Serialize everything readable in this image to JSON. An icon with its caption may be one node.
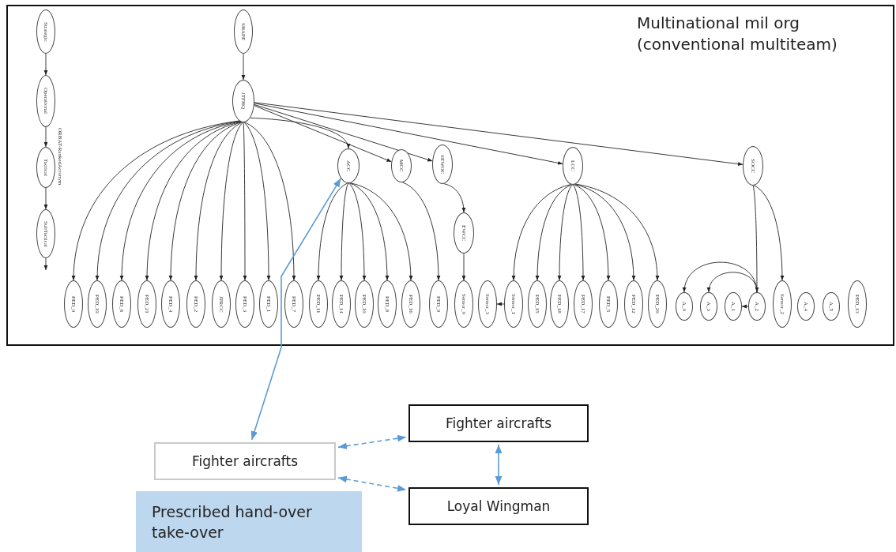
{
  "diagram": {
    "nodes": [
      {
        "text": [
          "Multinational mil org (conventional multiteam)"
        ]
      },
      {
        "text": [
          "Strategic"
        ],
        "in": 0
      },
      {
        "text": [
          "Operational"
        ],
        "in": 0
      },
      {
        "text": [
          "Tactical"
        ],
        "in": 0
      },
      {
        "text": [
          "SubTactical"
        ],
        "in": 0
      },
      {
        "text": [
          "SHAPE"
        ],
        "in": 0
      },
      {
        "text": [
          "JTFHQ"
        ],
        "in": 0
      },
      {
        "text": [
          "ACC"
        ],
        "in": 0
      },
      {
        "text": [
          "MCC"
        ],
        "in": 0
      },
      {
        "text": [
          "SEWOC"
        ],
        "in": 0
      },
      {
        "text": [
          "EWCC"
        ],
        "in": 0
      },
      {
        "text": [
          "LCC"
        ],
        "in": 0
      },
      {
        "text": [
          "SOCC"
        ],
        "in": 0
      },
      {
        "text": [
          "PED_0"
        ],
        "in": 0
      },
      {
        "text": [
          "PED_19"
        ],
        "in": 0
      },
      {
        "text": [
          "PED_6"
        ],
        "in": 0
      },
      {
        "text": [
          "PED_21"
        ],
        "in": 0
      },
      {
        "text": [
          "PED_4"
        ],
        "in": 0
      },
      {
        "text": [
          "PED_2"
        ],
        "in": 0
      },
      {
        "text": [
          "JPRCC"
        ],
        "in": 0
      },
      {
        "text": [
          "PED_3"
        ],
        "in": 0
      },
      {
        "text": [
          "PED_1"
        ],
        "in": 0
      },
      {
        "text": [
          "PED_7"
        ],
        "in": 0
      },
      {
        "text": [
          "PED_11"
        ],
        "in": 0
      },
      {
        "text": [
          "PED_14"
        ],
        "in": 0
      },
      {
        "text": [
          "PED_10"
        ],
        "in": 0
      },
      {
        "text": [
          "PED_8"
        ],
        "in": 0
      },
      {
        "text": [
          "PED_16"
        ],
        "in": 0
      },
      {
        "text": [
          "PED_9"
        ],
        "in": 0
      },
      {
        "text": [
          "Sensor_0"
        ],
        "in": 0
      },
      {
        "text": [
          "Sensor_3"
        ],
        "in": 0
      },
      {
        "text": [
          "Sensor_1"
        ],
        "in": 0
      },
      {
        "text": [
          "PED_15"
        ],
        "in": 0
      },
      {
        "text": [
          "PED_18"
        ],
        "in": 0
      },
      {
        "text": [
          "PED_17"
        ],
        "in": 0
      },
      {
        "text": [
          "PED_5"
        ],
        "in": 0
      },
      {
        "text": [
          "PED_12"
        ],
        "in": 0
      },
      {
        "text": [
          "PED_20"
        ],
        "in": 0
      },
      {
        "text": [
          "A_0"
        ],
        "in": 0
      },
      {
        "text": [
          "A_3"
        ],
        "in": 0
      },
      {
        "text": [
          "A_1"
        ],
        "in": 0
      },
      {
        "text": [
          "A_2"
        ],
        "in": 0
      },
      {
        "text": [
          "Sensor_2"
        ],
        "in": 0
      },
      {
        "text": [
          "A_4"
        ],
        "in": 0
      },
      {
        "text": [
          "A_5"
        ],
        "in": 0
      },
      {
        "text": [
          "PED_13"
        ],
        "in": 0
      },
      {
        "text": [
          "Fighter aircrafts"
        ]
      },
      {
        "text": [
          "Fighter aircrafts"
        ]
      },
      {
        "text": [
          "Loyal Wingman"
        ]
      },
      {
        "text": [
          "Prescribed hand-over take-over"
        ]
      }
    ],
    "edges": [
      {
        "from": 1,
        "to": 2,
        "arrow": "to"
      },
      {
        "from": 2,
        "to": 3,
        "arrow": "to"
      },
      {
        "from": 3,
        "to": 4,
        "arrow": "to"
      },
      {
        "from": 4,
        "to": null,
        "arrow": "to"
      },
      {
        "from": 5,
        "to": 6,
        "arrow": "to"
      },
      {
        "from": 6,
        "to": 13,
        "arrow": "to"
      },
      {
        "from": 6,
        "to": 14,
        "arrow": "to"
      },
      {
        "from": 6,
        "to": 15,
        "arrow": "to"
      },
      {
        "from": 6,
        "to": 16,
        "arrow": "to"
      },
      {
        "from": 6,
        "to": 17,
        "arrow": "to"
      },
      {
        "from": 6,
        "to": 18,
        "arrow": "to"
      },
      {
        "from": 6,
        "to": 19,
        "arrow": "to"
      },
      {
        "from": 6,
        "to": 20,
        "arrow": "to"
      },
      {
        "from": 6,
        "to": 21,
        "arrow": "to"
      },
      {
        "from": 6,
        "to": 22,
        "arrow": "to"
      },
      {
        "from": 6,
        "to": 7,
        "arrow": "to"
      },
      {
        "from": 6,
        "to": 8,
        "arrow": "to"
      },
      {
        "from": 6,
        "to": 9,
        "arrow": "to"
      },
      {
        "from": 6,
        "to": 11,
        "arrow": "to"
      },
      {
        "from": 6,
        "to": 12,
        "arrow": "to"
      },
      {
        "from": 7,
        "to": 23,
        "arrow": "to"
      },
      {
        "from": 7,
        "to": 24,
        "arrow": "to"
      },
      {
        "from": 7,
        "to": 25,
        "arrow": "to"
      },
      {
        "from": 7,
        "to": 26,
        "arrow": "to"
      },
      {
        "from": 7,
        "to": 27,
        "arrow": "to"
      },
      {
        "from": 8,
        "to": 28,
        "arrow": "to"
      },
      {
        "from": 9,
        "to": 10,
        "arrow": "to"
      },
      {
        "from": 10,
        "to": 29,
        "arrow": "to"
      },
      {
        "from": 11,
        "to": 31,
        "arrow": "to"
      },
      {
        "from": 11,
        "to": 32,
        "arrow": "to"
      },
      {
        "from": 11,
        "to": 33,
        "arrow": "to"
      },
      {
        "from": 11,
        "to": 34,
        "arrow": "to"
      },
      {
        "from": 11,
        "to": 35,
        "arrow": "to"
      },
      {
        "from": 11,
        "to": 36,
        "arrow": "to"
      },
      {
        "from": 11,
        "to": 37,
        "arrow": "to"
      },
      {
        "from": 31,
        "to": 30,
        "arrow": "to"
      },
      {
        "from": 12,
        "to": 41,
        "arrow": "to"
      },
      {
        "from": 12,
        "to": 42,
        "arrow": "to"
      },
      {
        "from": 41,
        "to": 38,
        "arrow": "to"
      },
      {
        "from": 41,
        "to": 39,
        "arrow": "to"
      },
      {
        "from": 41,
        "to": 40,
        "arrow": "to"
      },
      {
        "from": 47,
        "to": 7,
        "arrow": "both",
        "color": "#5b9bd5"
      },
      {
        "from": 47,
        "to": 46,
        "arrow": "both",
        "style": "dashed",
        "color": "#5b9bd5"
      },
      {
        "from": 47,
        "to": 48,
        "arrow": "both",
        "style": "dashed",
        "color": "#5b9bd5"
      },
      {
        "from": 46,
        "to": 48,
        "arrow": "both",
        "color": "#5b9bd5"
      }
    ],
    "labels": [
      "ORBAT-RankedAcronym"
    ]
  }
}
